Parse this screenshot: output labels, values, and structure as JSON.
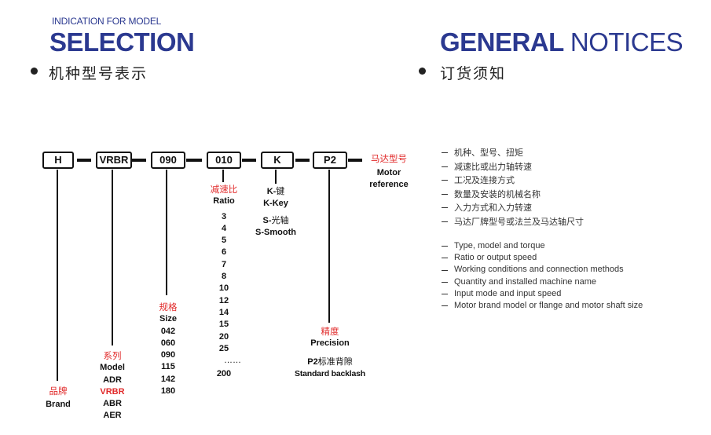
{
  "left_header": {
    "indication": "INDICATION FOR MODEL",
    "title": "SELECTION",
    "subtitle_cn": "机种型号表示"
  },
  "right_header": {
    "title_bold": "GENERAL",
    "title_thin": "NOTICES",
    "subtitle_cn": "订货须知"
  },
  "code_boxes": [
    "H",
    "VRBR",
    "090",
    "010",
    "K",
    "P2"
  ],
  "motor": {
    "cn": "马达型号",
    "en1": "Motor",
    "en2": "reference"
  },
  "brand": {
    "cn": "品牌",
    "en": "Brand"
  },
  "series": {
    "cn": "系列",
    "en": "Model",
    "items": [
      "ADR",
      "VRBR",
      "ABR",
      "AER"
    ],
    "highlight": "VRBR"
  },
  "size": {
    "cn": "规格",
    "en": "Size",
    "items": [
      "042",
      "060",
      "090",
      "115",
      "142",
      "180"
    ]
  },
  "ratio": {
    "cn": "减速比",
    "en": "Ratio",
    "items": [
      "3",
      "4",
      "5",
      "6",
      "7",
      "8",
      "10",
      "12",
      "14",
      "15",
      "20",
      "25",
      "……",
      "200"
    ]
  },
  "shaft": {
    "key_prefix": "K-",
    "key_cn": "键",
    "key_en": "K-Key",
    "smooth_prefix": "S-",
    "smooth_cn": "光轴",
    "smooth_en": "S-Smooth"
  },
  "precision": {
    "cn": "精度",
    "en": "Precision",
    "p2_prefix": "P2",
    "p2_cn": "标准背隙",
    "p2_en": "Standard backlash"
  },
  "notices_cn": [
    "机种、型号、扭矩",
    "减速比或出力轴转速",
    "工况及连接方式",
    "数量及安装的机械名称",
    "入力方式和入力转速",
    "马达厂牌型号或法兰及马达轴尺寸"
  ],
  "notices_en": [
    "Type, model and torque",
    "Ratio or output speed",
    "Working conditions and connection methods",
    "Quantity and installed machine name",
    "Input mode and input speed",
    "Motor brand model or flange and motor shaft size"
  ],
  "colors": {
    "accent": "#2b3990",
    "red": "#e12a2a",
    "ink": "#111111"
  }
}
